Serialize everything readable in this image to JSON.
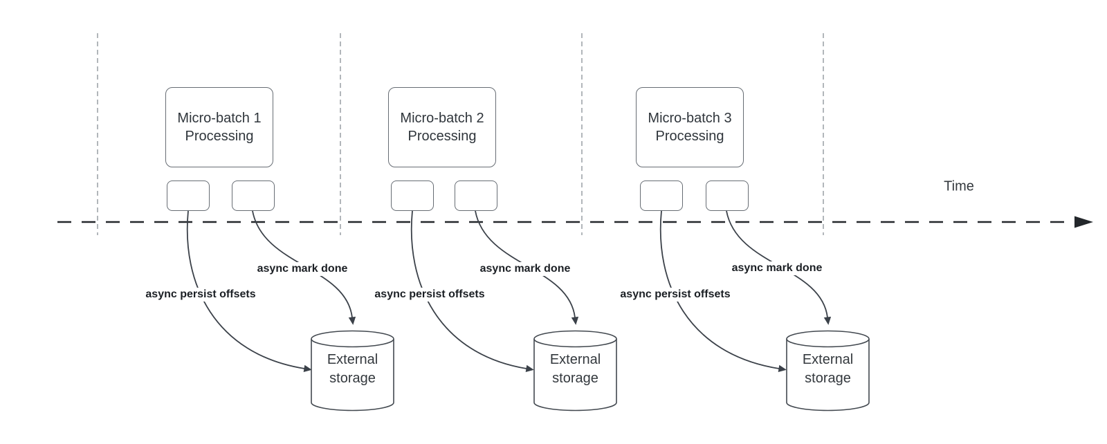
{
  "timeline": {
    "label": "Time"
  },
  "groups": [
    {
      "name": "Micro-batch 1",
      "subtitle": "Processing",
      "persist_label": "async persist offsets",
      "done_label": "async mark done",
      "storage_line1": "External",
      "storage_line2": "storage"
    },
    {
      "name": "Micro-batch 2",
      "subtitle": "Processing",
      "persist_label": "async persist offsets",
      "done_label": "async mark done",
      "storage_line1": "External",
      "storage_line2": "storage"
    },
    {
      "name": "Micro-batch 3",
      "subtitle": "Processing",
      "persist_label": "async persist offsets",
      "done_label": "async mark done",
      "storage_line1": "External",
      "storage_line2": "storage"
    }
  ],
  "colors": {
    "arrow": "#3b4149",
    "time_axis": "#23272b",
    "interval_guide": "#a9aeb3",
    "box_border": "#666c73",
    "box_text": "#2f353b",
    "edge_label_text": "#1b1f24"
  }
}
